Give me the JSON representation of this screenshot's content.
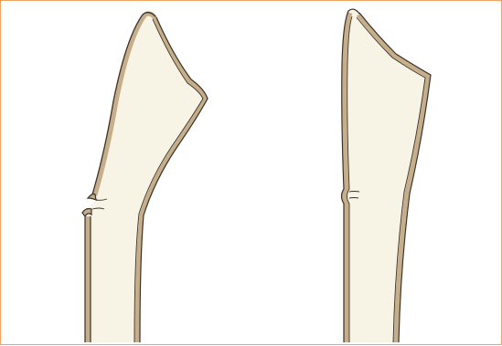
{
  "figure": {
    "panels": [
      {
        "id": "left",
        "description_key": "bone-with-displaced-fracture"
      },
      {
        "id": "right",
        "description_key": "bone-with-hairline-crack"
      }
    ]
  },
  "colors": {
    "frame_border": "#f3a35c",
    "bone_fill": "#f7f4e6",
    "bone_outline": "#3a3127",
    "bone_cortex": "#c7ae8a",
    "background": "#ffffff"
  }
}
